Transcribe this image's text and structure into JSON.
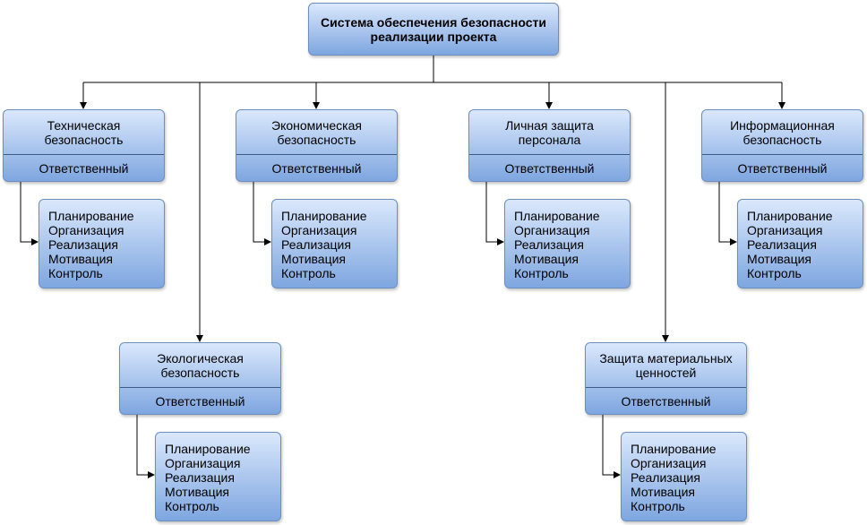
{
  "root": {
    "title": "Система обеспечения безопасности\nреализации проекта"
  },
  "departments": [
    {
      "id": "technical",
      "title": "Техническая\nбезопасность",
      "responsible": "Ответственный",
      "tasks": [
        "Планирование",
        "Организация",
        "Реализация",
        "Мотивация",
        "Контроль"
      ]
    },
    {
      "id": "economic",
      "title": "Экономическая\nбезопасность",
      "responsible": "Ответственный",
      "tasks": [
        "Планирование",
        "Организация",
        "Реализация",
        "Мотивация",
        "Контроль"
      ]
    },
    {
      "id": "personnel",
      "title": "Личная защита\nперсонала",
      "responsible": "Ответственный",
      "tasks": [
        "Планирование",
        "Организация",
        "Реализация",
        "Мотивация",
        "Контроль"
      ]
    },
    {
      "id": "information",
      "title": "Информационная\nбезопасность",
      "responsible": "Ответственный",
      "tasks": [
        "Планирование",
        "Организация",
        "Реализация",
        "Мотивация",
        "Контроль"
      ]
    },
    {
      "id": "ecological",
      "title": "Экологическая\nбезопасность",
      "responsible": "Ответственный",
      "tasks": [
        "Планирование",
        "Организация",
        "Реализация",
        "Мотивация",
        "Контроль"
      ]
    },
    {
      "id": "material",
      "title": "Защита материальных\nценностей",
      "responsible": "Ответственный",
      "tasks": [
        "Планирование",
        "Организация",
        "Реализация",
        "Мотивация",
        "Контроль"
      ]
    }
  ],
  "colors": {
    "fill_top": "#dae8fc",
    "fill_bottom": "#7ea6e0",
    "stroke": "#6c8ebf",
    "line": "#000000"
  }
}
